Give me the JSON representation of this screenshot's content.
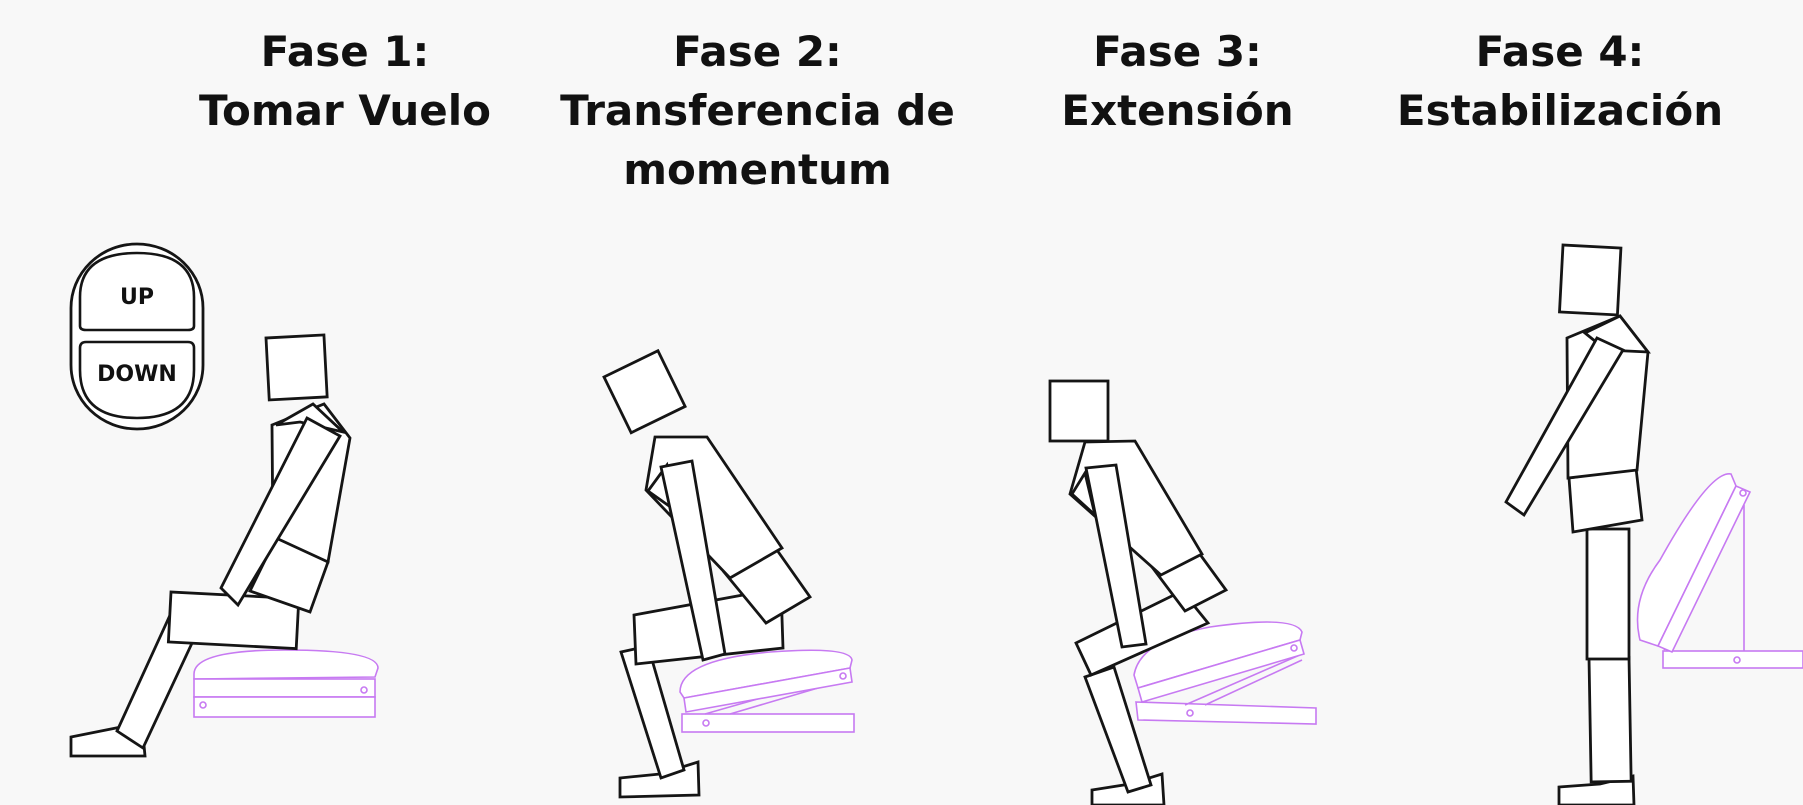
{
  "phases": [
    {
      "line1": "Fase 1:",
      "line2": "Tomar Vuelo",
      "line3": ""
    },
    {
      "line1": "Fase 2:",
      "line2": "Transferencia de",
      "line3": "momentum"
    },
    {
      "line1": "Fase 3:",
      "line2": "Extensión",
      "line3": ""
    },
    {
      "line1": "Fase 4:",
      "line2": "Estabilización",
      "line3": ""
    }
  ],
  "remote": {
    "up_label": "UP",
    "down_label": "DOWN"
  },
  "colors": {
    "figure_stroke": "#151515",
    "seat_stroke": "#c77af2",
    "background": "#f8f8f8"
  }
}
